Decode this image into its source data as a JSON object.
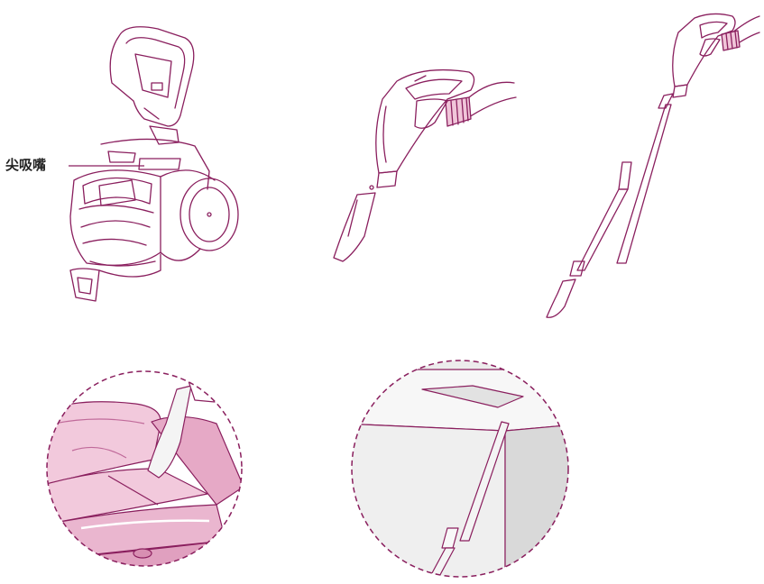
{
  "callout": {
    "label": "尖吸嘴"
  },
  "colors": {
    "line": "#8a1f5e",
    "line_light": "#c06a9a",
    "sofa_fill": "#f2c9dc",
    "sofa_shade": "#e6a9c6",
    "wall_fill": "#e9e9e9",
    "wall_dark": "#d6d6d6"
  },
  "figures": [
    {
      "name": "vacuum-body-figure"
    },
    {
      "name": "handle-with-crevice-tool-figure"
    },
    {
      "name": "handle-with-wand-and-crevice-tool-figure"
    },
    {
      "name": "sofa-cleaning-circle-figure"
    },
    {
      "name": "corner-cleaning-circle-figure"
    }
  ]
}
